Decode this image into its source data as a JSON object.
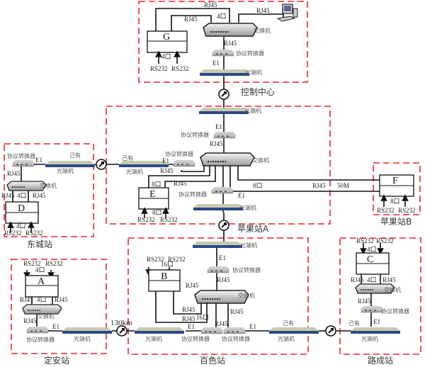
{
  "diagram": {
    "type": "network-topology",
    "colors": {
      "zone_border": "#e8262b",
      "wire": "#111111",
      "optical_terminal": "#2b4a86"
    }
  },
  "stations": {
    "control": {
      "name": "控制中心"
    },
    "apple_a": {
      "name": "苹果站A"
    },
    "apple_b": {
      "name": "苹果站B"
    },
    "dongcheng": {
      "name": "东城站"
    },
    "dingan": {
      "name": "定安站"
    },
    "baise": {
      "name": "百色站"
    },
    "lucheng": {
      "name": "路成站"
    }
  },
  "devices": {
    "G": "G",
    "E": "E",
    "F": "F",
    "D": "D",
    "A": "A",
    "B": "B",
    "C": "C"
  },
  "labels": {
    "rj45": "RJ45",
    "e1": "E1",
    "rs232": "RS232",
    "port4": "4口",
    "port8": "8口",
    "port16": "16口",
    "switch": "交换机",
    "converter": "协议转换器",
    "optical": "光端机",
    "existing": "己有",
    "bandwidth": "50M",
    "distance": "130km"
  }
}
